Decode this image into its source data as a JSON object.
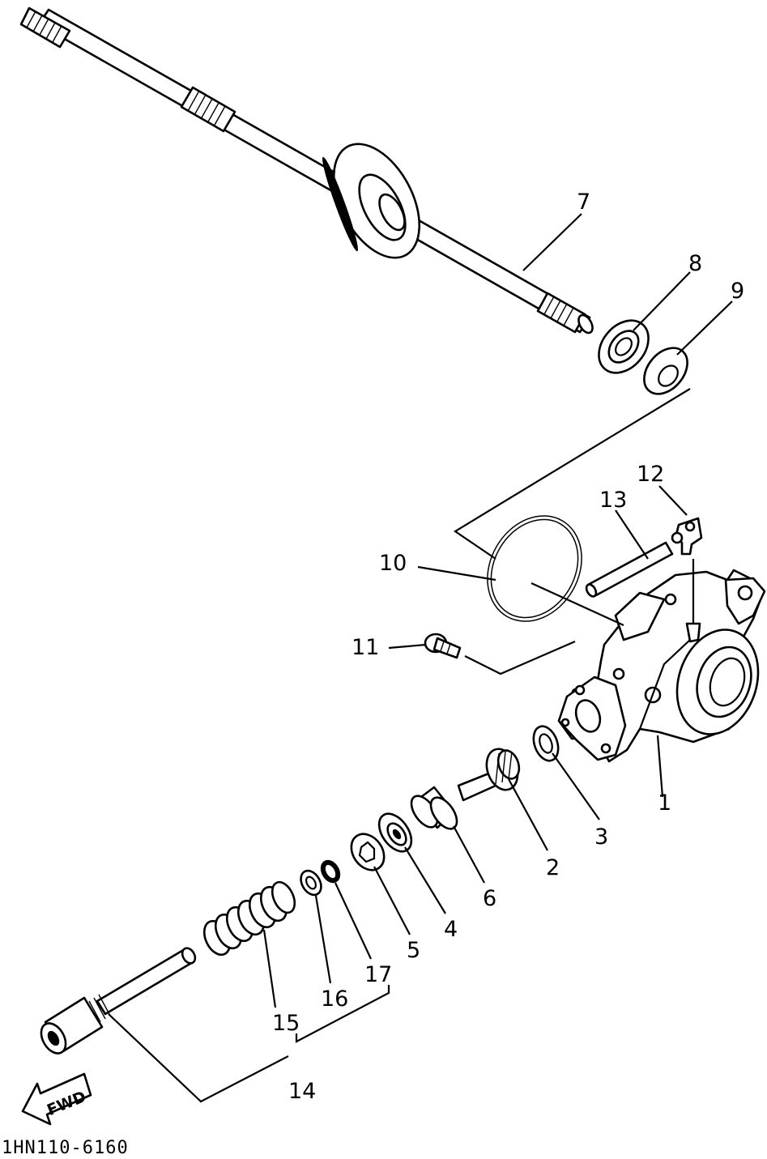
{
  "diagram": {
    "code": "1HN110-6160",
    "direction_label": "FWD",
    "labels": {
      "p1": "1",
      "p2": "2",
      "p3": "3",
      "p4": "4",
      "p5": "5",
      "p6": "6",
      "p7": "7",
      "p8": "8",
      "p9": "9",
      "p10": "10",
      "p11": "11",
      "p12": "12",
      "p13": "13",
      "p14": "14",
      "p15": "15",
      "p16": "16",
      "p17": "17"
    }
  }
}
